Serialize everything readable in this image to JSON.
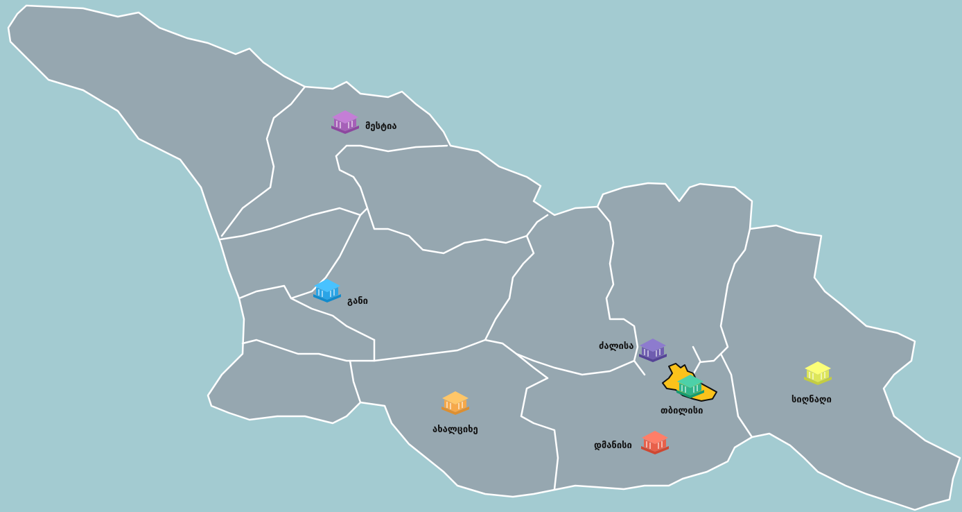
{
  "map": {
    "colors": {
      "sea": "#a3cbd1",
      "land": "#96a7b0",
      "border": "#ffffff",
      "capital_highlight": "#fbc21b"
    },
    "cities": [
      {
        "id": "mestia",
        "label": "მესტია",
        "icon": "museum-building-icon",
        "color": "#a660b8"
      },
      {
        "id": "gani",
        "label": "განი",
        "icon": "museum-building-icon",
        "color": "#2aa4e6"
      },
      {
        "id": "kalisa",
        "label": "ძალისა",
        "icon": "museum-building-icon",
        "color": "#6f5db0"
      },
      {
        "id": "tbilisi",
        "label": "თბილისი",
        "icon": "museum-building-icon",
        "color": "#2fb38a"
      },
      {
        "id": "signagi",
        "label": "სიღნაღი",
        "icon": "museum-building-icon",
        "color": "#dde65a"
      },
      {
        "id": "akhaltsikhe",
        "label": "ახალციხე",
        "icon": "museum-building-icon",
        "color": "#f6a84a"
      },
      {
        "id": "dmanisi",
        "label": "დმანისი",
        "icon": "museum-building-icon",
        "color": "#e8604a"
      }
    ]
  }
}
